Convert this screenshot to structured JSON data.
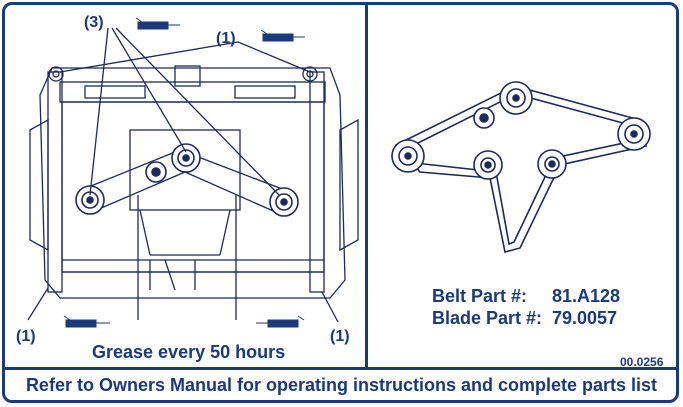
{
  "diagram": {
    "callouts": [
      "(3)",
      "(1)",
      "(1)",
      "(1)"
    ],
    "grease_text": "Grease every 50 hours",
    "parts": [
      {
        "label": "Belt Part #:",
        "value": "81.A128"
      },
      {
        "label": "Blade Part #:",
        "value": "79.0057"
      }
    ],
    "code": "00.0256",
    "footer": "Refer to Owners Manual for operating instructions and complete parts list"
  },
  "colors": {
    "ink": "#1a3a7a",
    "line": "#1e2a5a"
  },
  "icons": [
    "grease-gun-icon"
  ]
}
